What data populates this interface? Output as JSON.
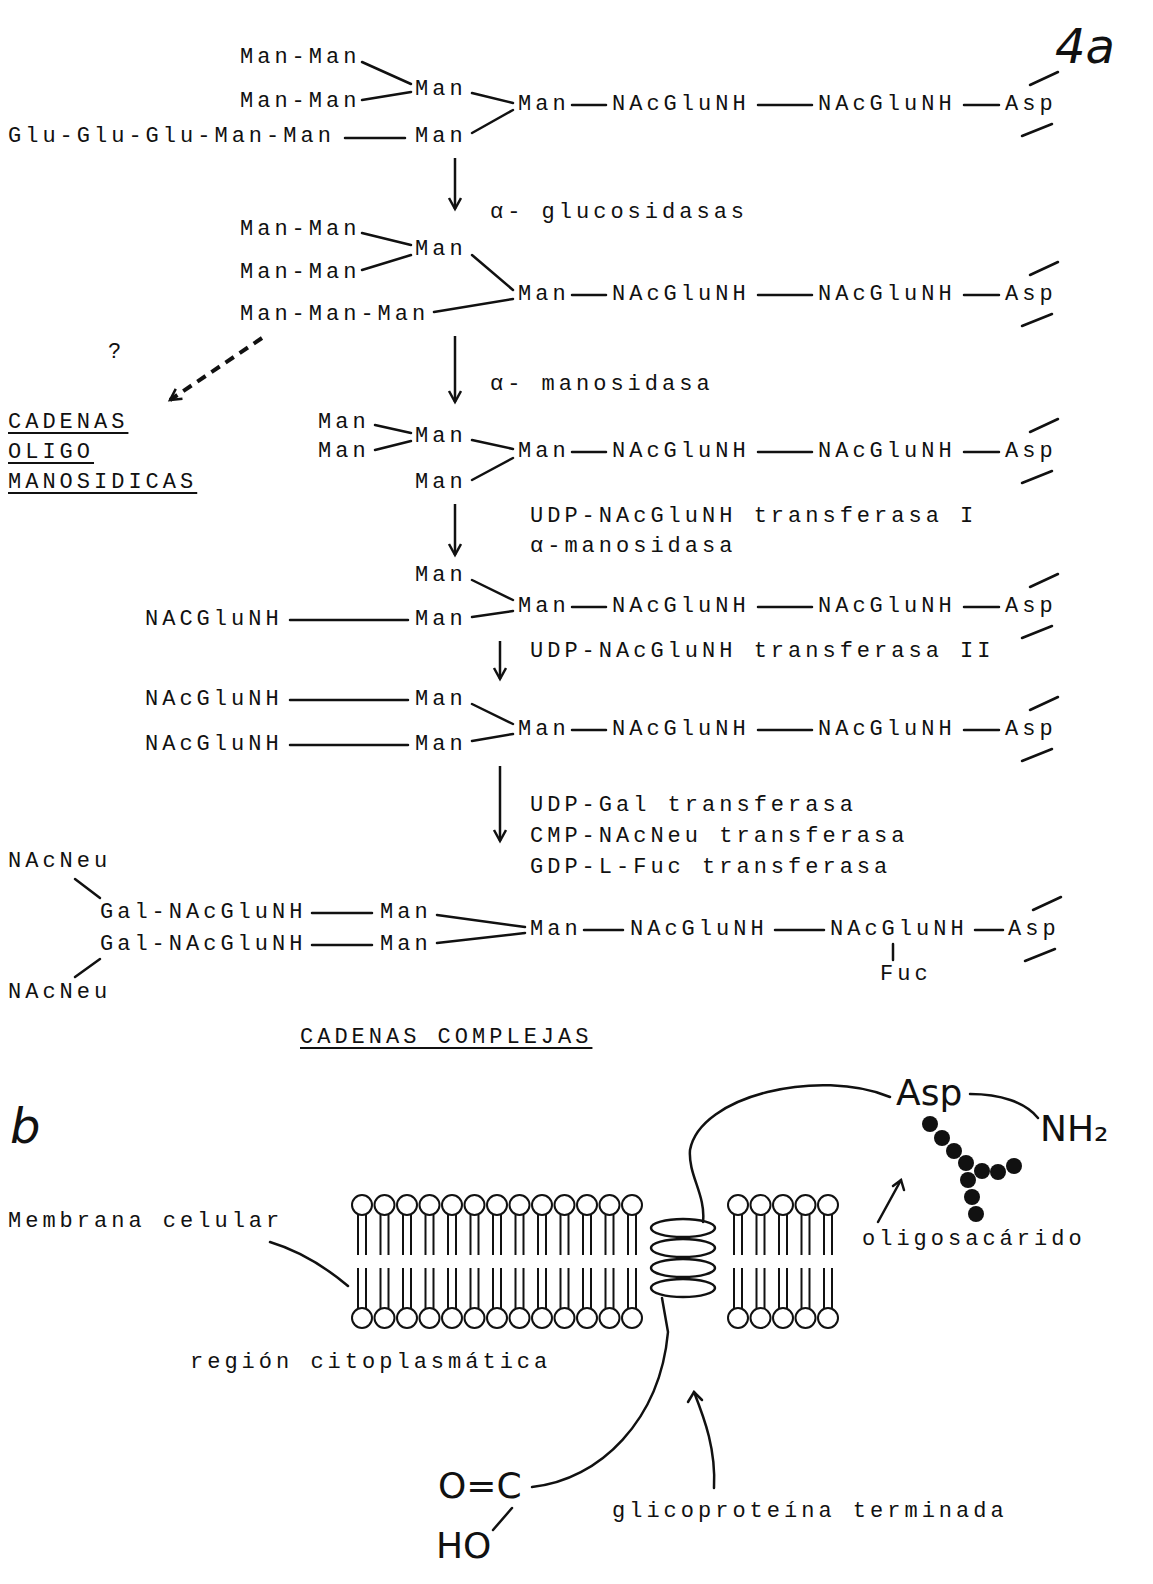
{
  "diagram": {
    "nodes": [
      {
        "text": [
          "Man-Man",
          "Man-Man",
          "Man",
          "Glu-Glu-Glu-Man-Man",
          "Man",
          "Man",
          "NAcGluNH",
          "NAcGluNH",
          "Asp"
        ]
      },
      {
        "text": [
          "Man-Man",
          "Man",
          "Man-Man",
          "Man-Man-Man",
          "Man",
          "NAcGluNH",
          "NAcGluNH",
          "Asp"
        ]
      },
      {
        "text": [
          "CADENAS OLIGO MANOSIDICAS"
        ]
      },
      {
        "text": [
          "Man",
          "Man",
          "Man",
          "Man",
          "Man",
          "NAcGluNH",
          "NAcGluNH",
          "Asp"
        ]
      },
      {
        "text": [
          "Man",
          "NACGluNH",
          "Man",
          "Man",
          "NAcGluNH",
          "NAcGluNH",
          "Asp"
        ]
      },
      {
        "text": [
          "NAcGluNH",
          "Man",
          "NAcGluNH",
          "Man",
          "Man",
          "NAcGluNH",
          "NAcGluNH",
          "Asp"
        ]
      },
      {
        "text": [
          "NAcNeu",
          "Gal-NAcGluNH",
          "Man",
          "Gal-NAcGluNH",
          "Man",
          "Man",
          "NAcGluNH",
          "NAcGluNH",
          "Asp",
          "NAcNeu",
          "Fuc"
        ]
      }
    ],
    "edges": [
      {
        "from": 0,
        "to": 1,
        "arrow": "to",
        "label": "α- glucosidasas"
      },
      {
        "from": 1,
        "to": 2,
        "arrow": "to"
      },
      {
        "from": 1,
        "to": 3,
        "arrow": "to",
        "label": "α- manosidasa"
      },
      {
        "from": 3,
        "to": 4,
        "arrow": "to",
        "label": "UDP-NAcGluNH transferasa I α-manosidasa"
      },
      {
        "from": 4,
        "to": 5,
        "arrow": "to",
        "label": "UDP-NAcGluNH transferasa II"
      },
      {
        "from": 5,
        "to": 6,
        "arrow": "to",
        "label": "UDP-Gal transferasa CMP-NAcNeu transferasa GDP-L-Fuc transferasa"
      }
    ],
    "labels": [
      "4a",
      "?",
      "CADENAS COMPLEJAS",
      "b",
      "Membrana celular",
      "región citoplasmática",
      "Asp",
      "NH₂",
      "oligosacárido",
      "glicoproteína terminada",
      "O=C",
      "HO"
    ]
  }
}
